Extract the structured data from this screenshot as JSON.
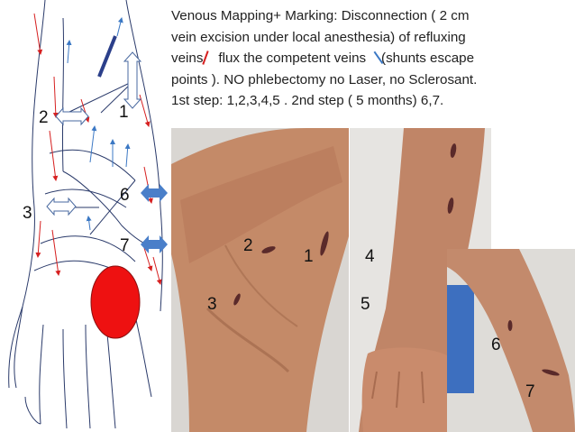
{
  "caption": {
    "line1": "Venous Mapping+ Marking: Disconnection  ( 2 cm",
    "line2": "vein excision  under local anesthesia) of refluxing",
    "line3a": "veins",
    "line3b": "  flux the competent veins  ",
    "line3c": "(shunts  escape",
    "line4": "points ). NO  phlebectomy no Laser, no Sclerosant.",
    "line5": "1st step: 1,2,3,4,5 .  2nd  step  ( 5 months) 6,7."
  },
  "diagram_labels": {
    "l1": "1",
    "l2": "2",
    "l3": "3",
    "l6": "6",
    "l7": "7"
  },
  "photo_labels": {
    "p1": "1",
    "p2": "2",
    "p3": "3",
    "p4": "4",
    "p5": "5",
    "p6": "6",
    "p7": "7"
  },
  "colors": {
    "reflux_arrow": "#d62020",
    "competent_arrow": "#3b78c4",
    "escape_arrow": "#4a7fc9",
    "disconnection_arrow": "#ffffff",
    "red_disc": "#ee1111",
    "mark": "#5a2a2a"
  }
}
